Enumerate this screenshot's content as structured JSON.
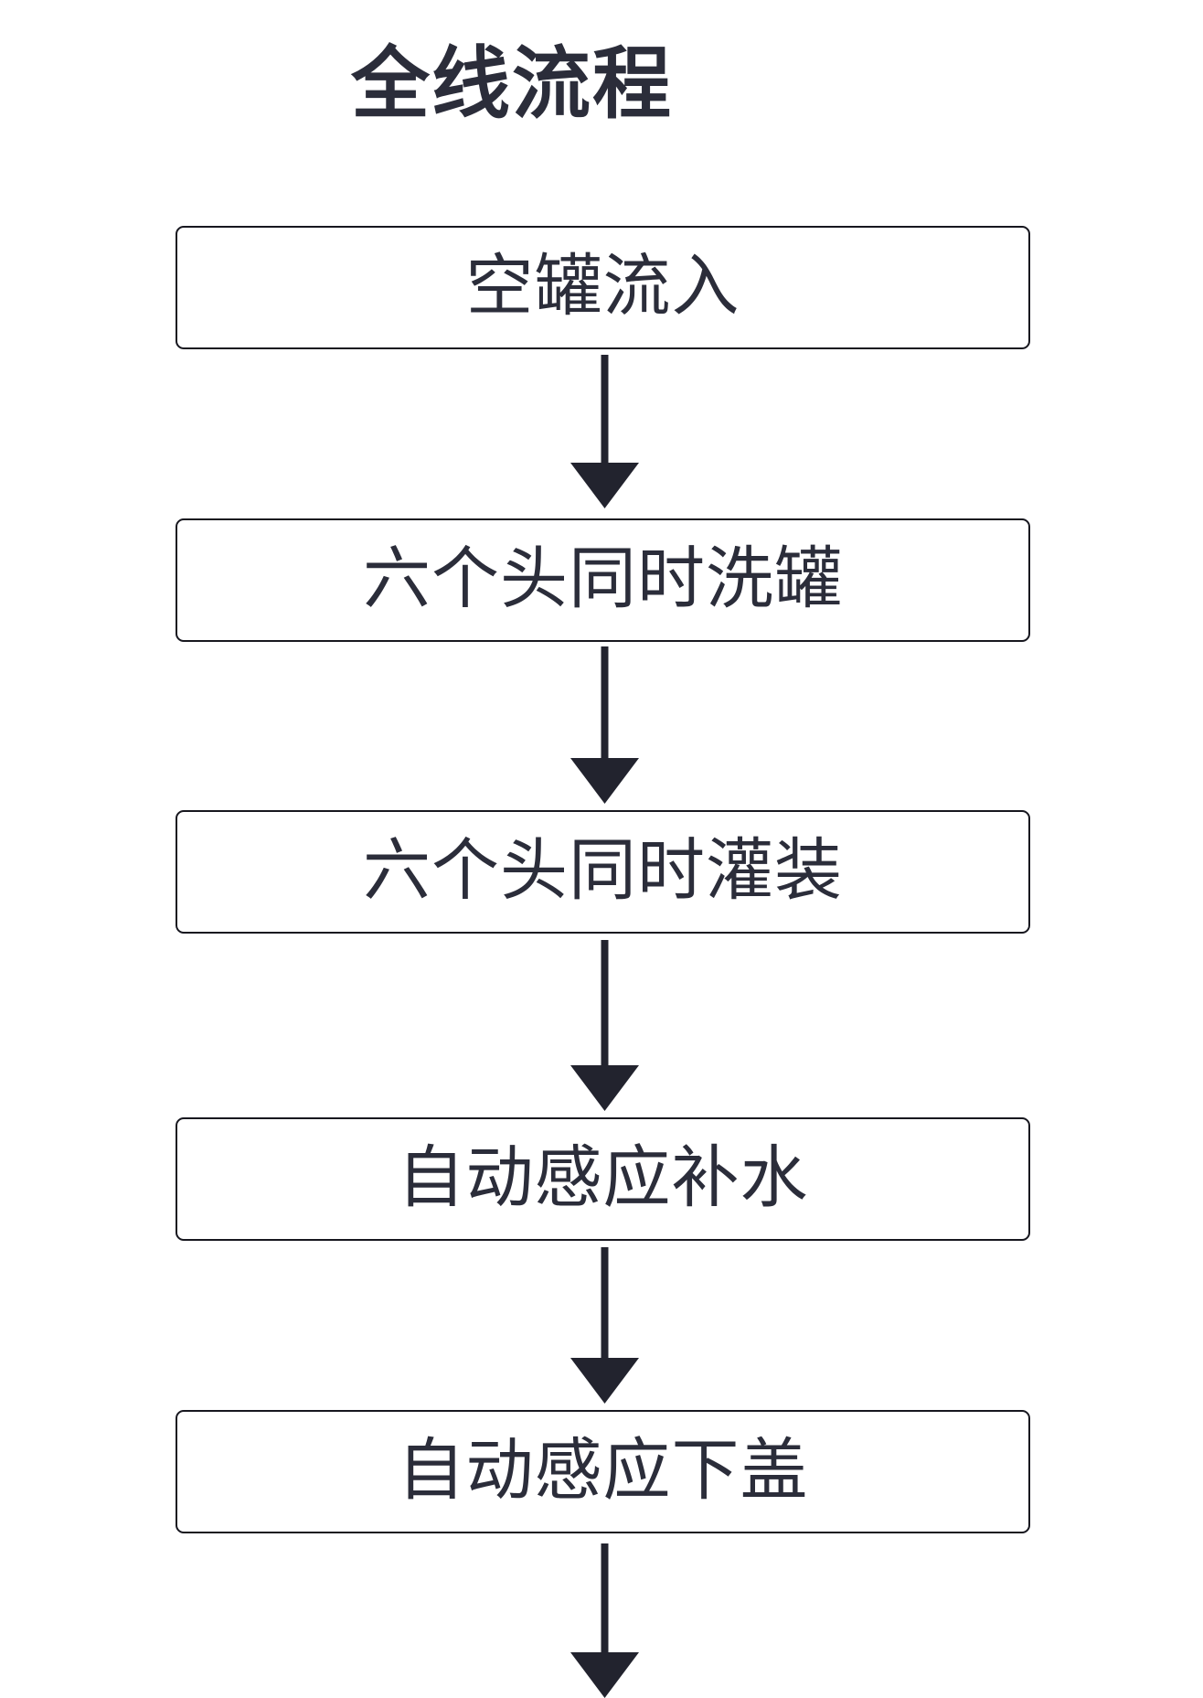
{
  "title": "全线流程",
  "theme": {
    "background": "#ffffff",
    "text_color": "#2b2d3a",
    "border_color": "#17171f",
    "arrow_color": "#22232e"
  },
  "chart_data": {
    "type": "diagram",
    "diagram_kind": "flowchart",
    "orientation": "top-to-bottom",
    "title": "全线流程",
    "nodes": [
      {
        "id": "n1",
        "label": "空罐流入",
        "shape": "rectangle"
      },
      {
        "id": "n2",
        "label": "六个头同时洗罐",
        "shape": "rectangle"
      },
      {
        "id": "n3",
        "label": "六个头同时灌装",
        "shape": "rectangle"
      },
      {
        "id": "n4",
        "label": "自动感应补水",
        "shape": "rectangle"
      },
      {
        "id": "n5",
        "label": "自动感应下盖",
        "shape": "rectangle"
      }
    ],
    "edges": [
      {
        "id": "e1",
        "from": "n1",
        "to": "n2",
        "style": "solid-arrow",
        "label": ""
      },
      {
        "id": "e2",
        "from": "n2",
        "to": "n3",
        "style": "solid-arrow",
        "label": ""
      },
      {
        "id": "e3",
        "from": "n3",
        "to": "n4",
        "style": "solid-arrow",
        "label": ""
      },
      {
        "id": "e4",
        "from": "n4",
        "to": "n5",
        "style": "solid-arrow",
        "label": ""
      },
      {
        "id": "e5",
        "from": "n5",
        "to": "",
        "style": "solid-arrow",
        "label": "",
        "note": "continues below, cropped"
      }
    ]
  },
  "icons": {
    "arrow_down": "arrow-down-icon"
  }
}
